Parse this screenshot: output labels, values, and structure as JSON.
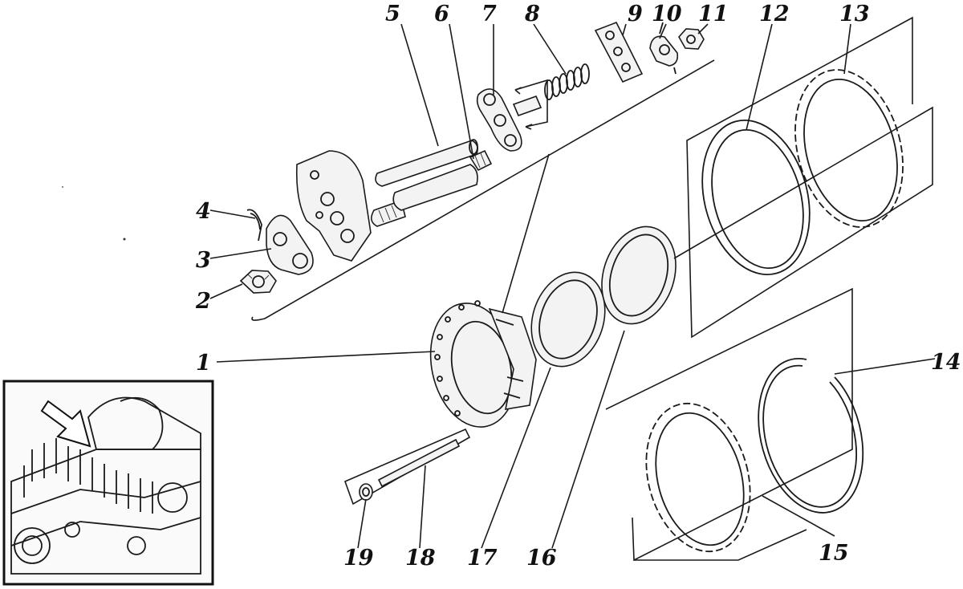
{
  "callouts": [
    {
      "id": "1",
      "text": "1"
    },
    {
      "id": "2",
      "text": "2"
    },
    {
      "id": "3",
      "text": "3"
    },
    {
      "id": "4",
      "text": "4"
    },
    {
      "id": "5",
      "text": "5"
    },
    {
      "id": "6",
      "text": "6"
    },
    {
      "id": "7",
      "text": "7"
    },
    {
      "id": "8",
      "text": "8"
    },
    {
      "id": "9",
      "text": "9"
    },
    {
      "id": "10",
      "text": "10"
    },
    {
      "id": "11",
      "text": "11"
    },
    {
      "id": "12",
      "text": "12"
    },
    {
      "id": "13",
      "text": "13"
    },
    {
      "id": "14",
      "text": "14"
    },
    {
      "id": "15",
      "text": "15"
    },
    {
      "id": "16",
      "text": "16"
    },
    {
      "id": "17",
      "text": "17"
    },
    {
      "id": "18",
      "text": "18"
    },
    {
      "id": "19",
      "text": "19"
    }
  ],
  "colors": {
    "ink": "#1a1a1a",
    "paper": "#ffffff"
  }
}
